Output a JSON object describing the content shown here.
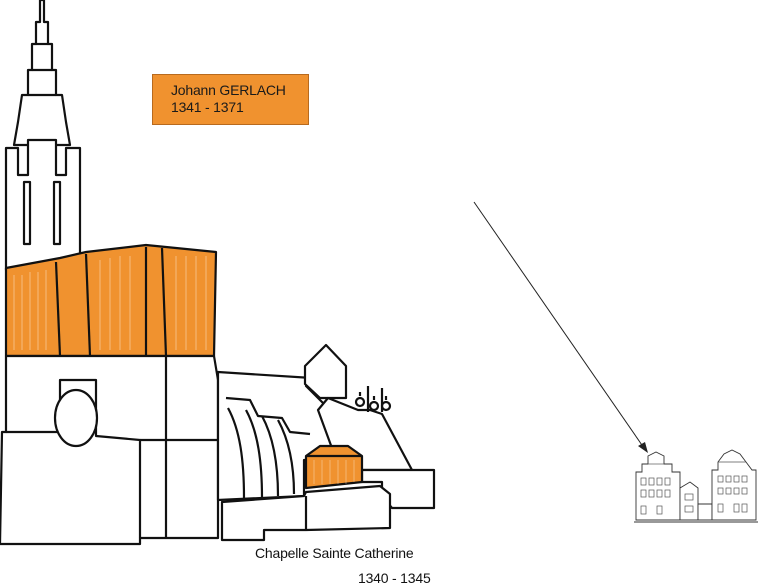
{
  "architect": {
    "name": "Johann GERLACH",
    "period": "1341 - 1371"
  },
  "chapel": {
    "name": "Chapelle Sainte Catherine",
    "period": "1340 - 1345"
  },
  "colors": {
    "highlight": "#f0922f",
    "outline": "#111111",
    "background": "#ffffff"
  }
}
